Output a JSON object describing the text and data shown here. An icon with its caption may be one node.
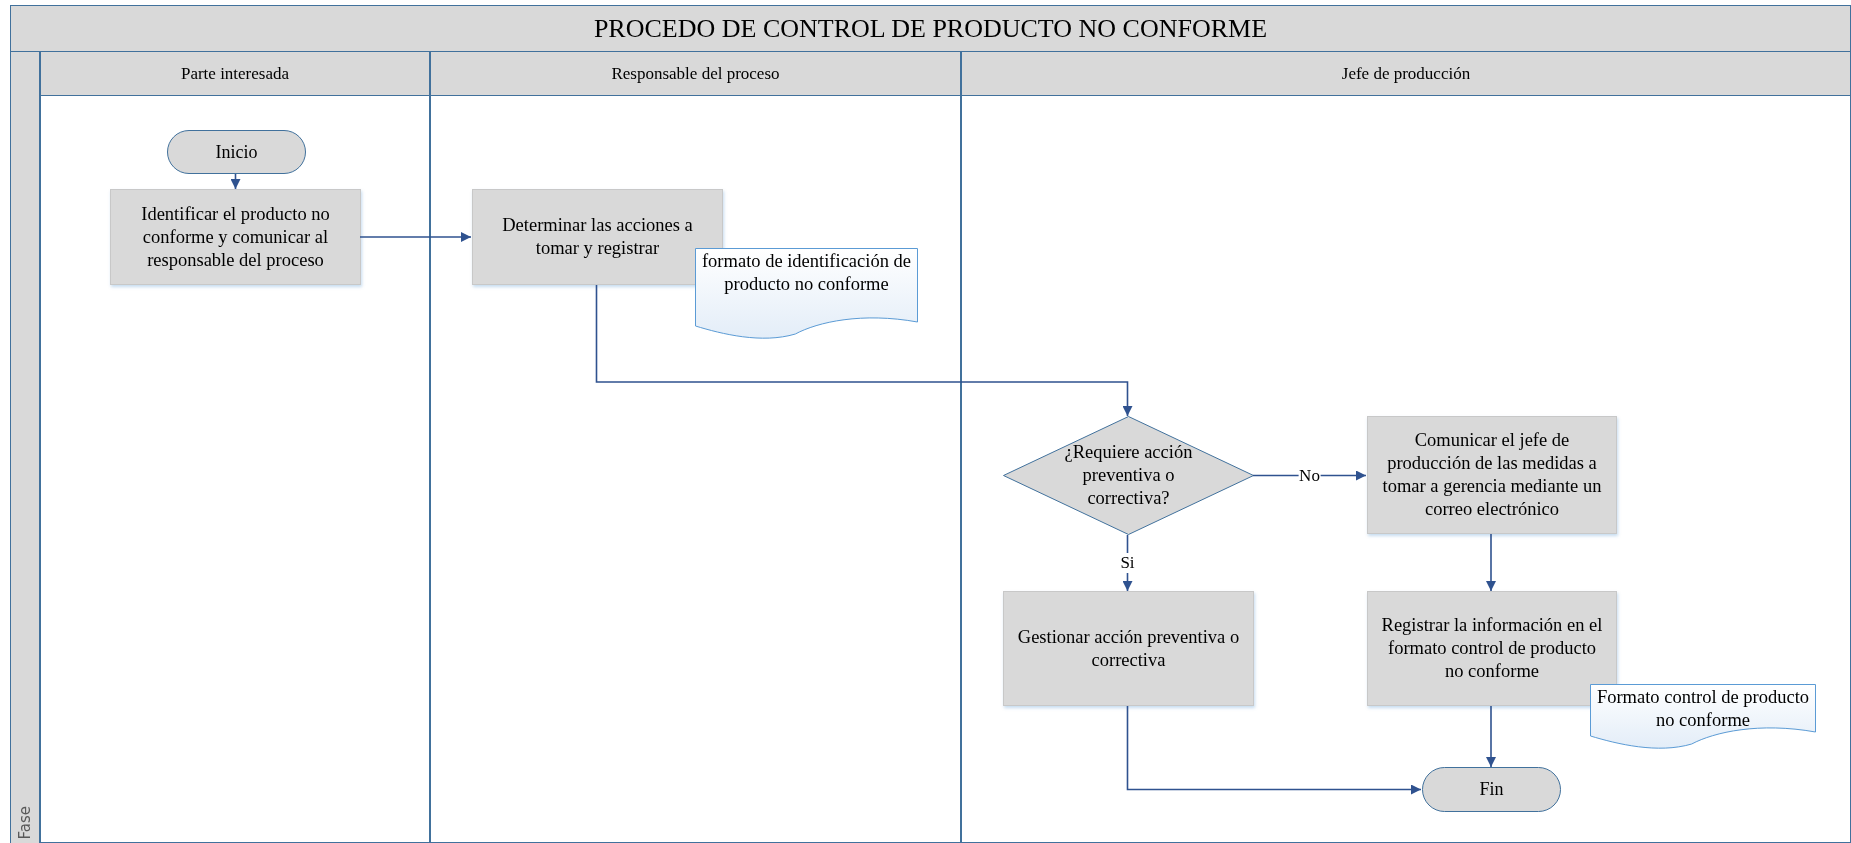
{
  "diagram": {
    "title": "PROCEDO DE CONTROL DE PRODUCTO NO CONFORME",
    "nodes": [
      {
        "text": [
          "Parte interesada"
        ]
      },
      {
        "text": [
          "Responsable del proceso"
        ]
      },
      {
        "text": [
          "Jefe de producción"
        ]
      },
      {
        "text": [
          "Fase"
        ]
      },
      {
        "text": [
          "Inicio"
        ],
        "in": 0
      },
      {
        "text": [
          "Identificar el producto no conforme y comunicar al responsable del proceso"
        ],
        "in": 0
      },
      {
        "text": [
          "Determinar las acciones a tomar y registrar"
        ],
        "in": 1
      },
      {
        "text": [
          "formato de identificación de producto no conforme"
        ],
        "in": 1
      },
      {
        "text": [
          "¿Requiere acción preventiva o correctiva?"
        ],
        "in": 2
      },
      {
        "text": [
          "Comunicar el jefe de producción de las medidas a tomar a gerencia mediante un correo electrónico"
        ],
        "in": 2
      },
      {
        "text": [
          "Gestionar acción preventiva o correctiva"
        ],
        "in": 2
      },
      {
        "text": [
          "Registrar la información en el formato control de producto no conforme"
        ],
        "in": 2
      },
      {
        "text": [
          "Formato control de producto no conforme"
        ],
        "in": 2
      },
      {
        "text": [
          "Fin"
        ],
        "in": 2
      }
    ],
    "edges": [
      {
        "from": 4,
        "to": 5,
        "arrow": "to"
      },
      {
        "from": 5,
        "to": 6,
        "arrow": "to"
      },
      {
        "from": 6,
        "to": 8,
        "arrow": "to"
      },
      {
        "from": 8,
        "to": 9,
        "arrow": "to",
        "label": "No"
      },
      {
        "from": 8,
        "to": 10,
        "arrow": "to",
        "label": "Si"
      },
      {
        "from": 9,
        "to": 11,
        "arrow": "to"
      },
      {
        "from": 11,
        "to": 13,
        "arrow": "to"
      },
      {
        "from": 10,
        "to": 13,
        "arrow": "to"
      }
    ]
  }
}
